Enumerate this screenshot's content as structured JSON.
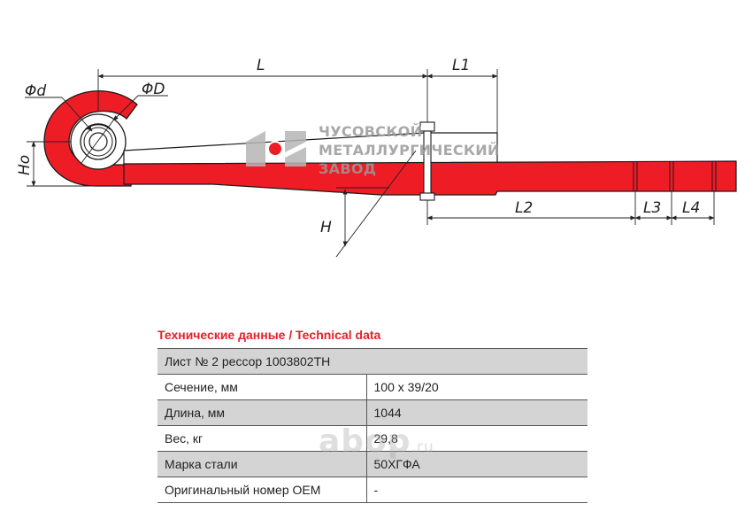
{
  "drawing": {
    "dimension_labels": {
      "L": "L",
      "L1": "L1",
      "L2": "L2",
      "L3": "L3",
      "L4": "L4",
      "H": "H",
      "Ho": "Ho",
      "d": "Φd",
      "D": "ΦD"
    },
    "logo": {
      "lines": [
        "ЧУСОВСКОЙ",
        "МЕТАЛЛУРГИЧЕСКИЙ",
        "ЗАВОД"
      ]
    },
    "colors": {
      "spring": "#ee1c25",
      "outline": "#1a1a1a",
      "logo_gray": "#9a9a9a"
    }
  },
  "specs": {
    "title": "Технические данные / Technical data",
    "header": "Лист № 2 рессор  1003802ТН",
    "rows": [
      {
        "label": "Сечение, мм",
        "value": "100 x 39/20"
      },
      {
        "label": "Длина, мм",
        "value": "1044"
      },
      {
        "label": "Вес, кг",
        "value": "29,8"
      },
      {
        "label": "Марка стали",
        "value": "50ХГФА"
      },
      {
        "label": "Оригинальный номер OEM",
        "value": "-"
      }
    ]
  },
  "watermark": {
    "brand": "abop",
    "domain": ".ru"
  }
}
